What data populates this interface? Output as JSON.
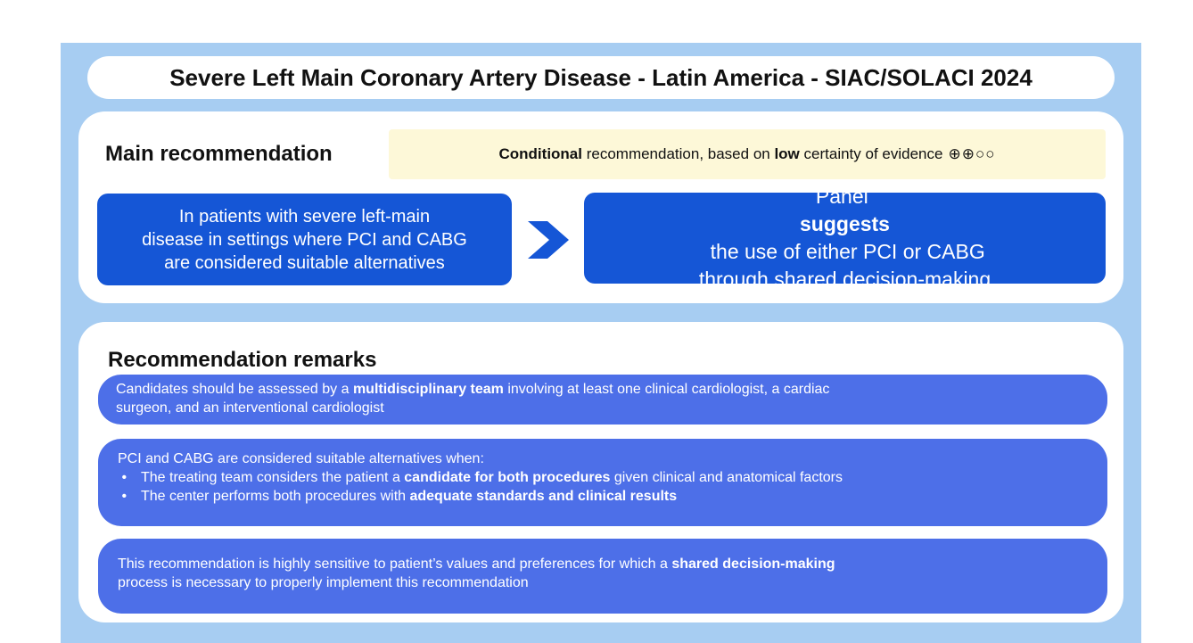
{
  "title": "Severe Left Main Coronary Artery Disease - Latin America - SIAC/SOLACI 2024",
  "main": {
    "heading": "Main recommendation",
    "certainty": {
      "strength": "Conditional",
      "text_mid": " recommendation, based on ",
      "level": "low",
      "text_end": " certainty of evidence",
      "symbols": "⊕⊕○○"
    },
    "population": {
      "line1": "In patients with severe left-main",
      "line2": "disease in settings where PCI and CABG",
      "line3": "are considered suitable alternatives"
    },
    "suggestion": {
      "pre": "Panel ",
      "bold": "suggests",
      "post": " the use of either PCI or CABG",
      "line2": "through shared decision-making"
    }
  },
  "remarks": {
    "heading": "Recommendation remarks",
    "remark1": {
      "pre": "Candidates should be assessed by a ",
      "bold": "multidisciplinary team",
      "post": " involving at least one clinical cardiologist, a cardiac",
      "line2": "surgeon, and an interventional cardiologist"
    },
    "remark2": {
      "intro": "PCI and CABG are considered suitable alternatives when:",
      "bullet1_pre": "The treating team considers the patient a ",
      "bullet1_bold": "candidate for both procedures",
      "bullet1_post": " given clinical and anatomical factors",
      "bullet2_pre": "The center performs both procedures with ",
      "bullet2_bold": "adequate standards and clinical results"
    },
    "remark3": {
      "pre": "This recommendation is highly sensitive to patient’s values and preferences for which a ",
      "bold": "shared decision-making",
      "line2": "process is necessary to properly implement this recommendation"
    }
  },
  "colors": {
    "frame": "#a7cdf2",
    "primary_blue": "#1556d6",
    "remark_blue": "#4d6fe8",
    "certainty_bg": "#fdf8d8"
  },
  "icons": {
    "arrow": "chevron-right-icon"
  }
}
